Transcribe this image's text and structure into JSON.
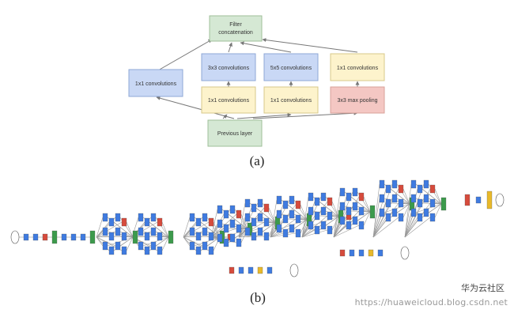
{
  "inception_module": {
    "filter_concat": "Filter\nconcatenation",
    "conv3x3": "3x3 convolutions",
    "conv5x5": "5x5 convolutions",
    "conv1x1_pool": "1x1 convolutions",
    "conv1x1_direct": "1x1 convolutions",
    "conv1x1_a": "1x1 convolutions",
    "conv1x1_b": "1x1 convolutions",
    "maxpool": "3x3 max pooling",
    "previous": "Previous layer"
  },
  "captions": {
    "a": "(a)",
    "b": "(b)"
  },
  "watermark": {
    "cn": "华为云社区",
    "url": "https://huaweicloud.blog.csdn.net"
  },
  "colors": {
    "conv": "#c9d8f5",
    "conv_border": "#8ea7d6",
    "yellow": "#fdf3cc",
    "yellow_border": "#d8c88a",
    "pink": "#f4c7c3",
    "pink_border": "#d9a09a",
    "green": "#d5e8d4",
    "green_border": "#9fbf9a",
    "net_blue": "#3f7be0",
    "net_red": "#d64b3c",
    "net_green": "#3c9a4c",
    "net_yellow": "#e9b92a"
  }
}
